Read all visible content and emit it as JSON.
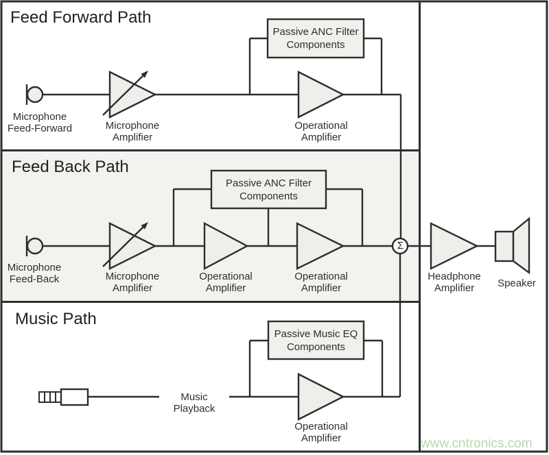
{
  "feed_forward": {
    "title": "Feed Forward Path",
    "mic_label": "Microphone\nFeed-Forward",
    "mic_amp_label": "Microphone\nAmplifier",
    "filter_box_label": "Passive ANC Filter\nComponents",
    "op_amp_label": "Operational\nAmplifier"
  },
  "feed_back": {
    "title": "Feed Back Path",
    "mic_label": "Microphone\nFeed-Back",
    "mic_amp_label": "Microphone\nAmplifier",
    "filter_box_label": "Passive ANC Filter\nComponents",
    "op_amp1_label": "Operational\nAmplifier",
    "op_amp2_label": "Operational\nAmplifier"
  },
  "music": {
    "title": "Music Path",
    "playback_label": "Music Playback",
    "eq_box_label": "Passive Music EQ\nComponents",
    "op_amp_label": "Operational\nAmplifier"
  },
  "output": {
    "sum_symbol": "Σ",
    "headphone_amp_label": "Headphone\nAmplifier",
    "speaker_label": "Speaker"
  },
  "watermark": "www.cntronics.com",
  "colors": {
    "line": "#2d2d2d",
    "shape_fill": "#edefeb",
    "feedback_section_fill": "#f2f3ef",
    "watermark_green": "#b5d9ac",
    "background": "#ffffff"
  }
}
